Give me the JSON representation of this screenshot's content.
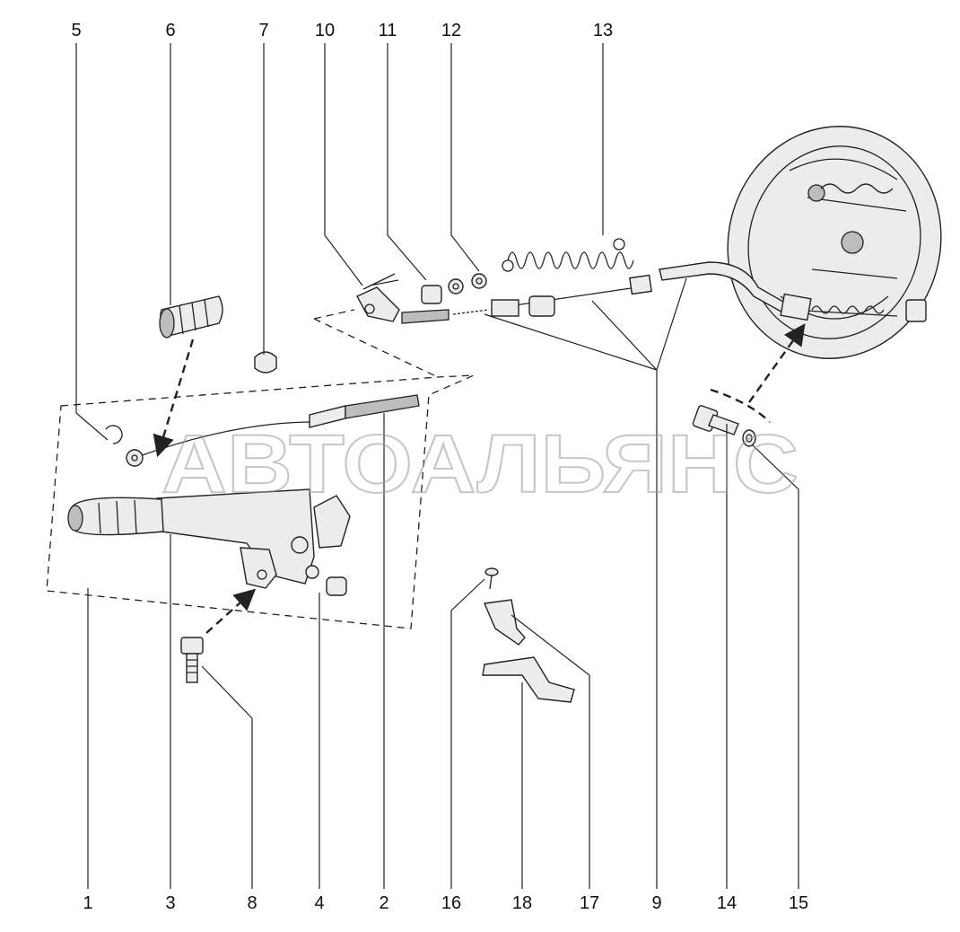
{
  "watermark": "АВТОАЛЬЯНС",
  "callouts": {
    "c1": "1",
    "c2": "2",
    "c3": "3",
    "c4": "4",
    "c5": "5",
    "c6": "6",
    "c7": "7",
    "c8": "8",
    "c9": "9",
    "c10": "10",
    "c11": "11",
    "c12": "12",
    "c13": "13",
    "c14": "14",
    "c15": "15",
    "c16": "16",
    "c17": "17",
    "c18": "18"
  }
}
